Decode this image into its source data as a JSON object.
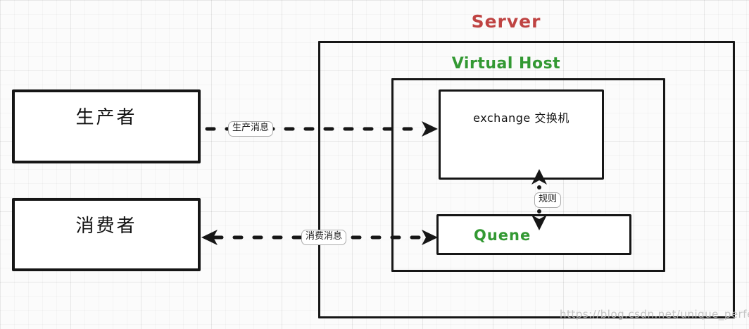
{
  "server": {
    "title": "Server"
  },
  "virtual_host": {
    "title": "Virtual Host"
  },
  "nodes": {
    "producer": {
      "label": "生产者"
    },
    "consumer": {
      "label": "消费者"
    },
    "exchange": {
      "label": "exchange 交换机"
    },
    "queue": {
      "label": "Quene"
    }
  },
  "edges": {
    "produce_label": "生产消息",
    "consume_label": "消费消息",
    "rule_label": "规则"
  },
  "colors": {
    "server_title": "#bf4342",
    "green": "#339933",
    "stroke": "#161616",
    "watermark": "#bebebe"
  },
  "watermark": {
    "text": "https://blog.csdn.net/unique_perfect"
  }
}
